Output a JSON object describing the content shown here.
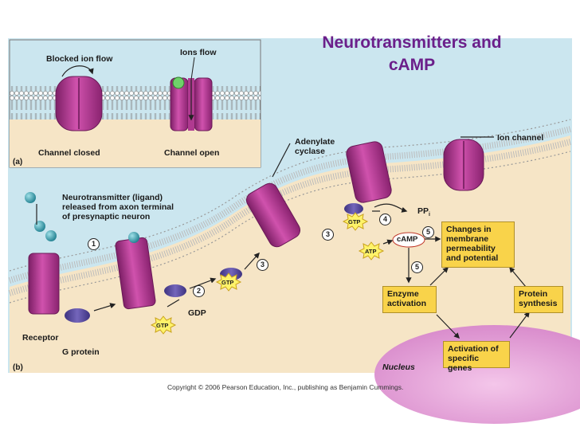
{
  "title_line1": "Neurotransmitters and",
  "title_line2": "cAMP",
  "panel_a": {
    "letter": "(a)",
    "blocked_ion_flow": "Blocked ion flow",
    "ions_flow": "Ions flow",
    "channel_closed": "Channel closed",
    "channel_open": "Channel open"
  },
  "panel_b": {
    "letter": "(b)",
    "adenylate_line1": "Adenylate",
    "adenylate_line2": "cyclase",
    "ion_channel": "Ion channel",
    "nt_line1": "Neurotransmitter (ligand)",
    "nt_line2": "released from axon terminal",
    "nt_line3": "of presynaptic neuron",
    "receptor": "Receptor",
    "g_protein": "G protein",
    "gdp": "GDP",
    "gtp": "GTP",
    "atp": "ATP",
    "camp": "cAMP",
    "ppi": "PP",
    "ppi_sub": "i",
    "nucleus": "Nucleus",
    "step1": "1",
    "step2": "2",
    "step3": "3",
    "step4": "4",
    "step5": "5"
  },
  "boxes": {
    "changes_l1": "Changes in",
    "changes_l2": "membrane",
    "changes_l3": "permeability",
    "changes_l4": "and potential",
    "enzyme_l1": "Enzyme",
    "enzyme_l2": "activation",
    "protein_l1": "Protein",
    "protein_l2": "synthesis",
    "activation_l1": "Activation of",
    "activation_l2": "specific genes"
  },
  "copyright": "Copyright © 2006 Pearson Education, Inc., publishing as Benjamin Cummings.",
  "colors": {
    "fluid_blue": "#cbe6ef",
    "cytoplasm": "#f6e5c6",
    "protein": "#b0308e",
    "gprotein": "#5a4aa0",
    "box": "#f9d34a",
    "title": "#6b1f8a"
  }
}
